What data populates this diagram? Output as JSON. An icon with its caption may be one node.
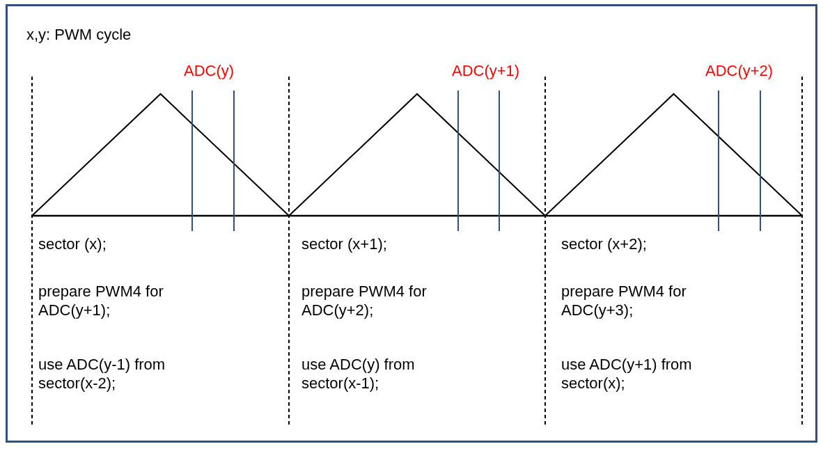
{
  "diagram": {
    "title": "x,y: PWM cycle",
    "labels": [
      "ADC(y)",
      "ADC(y+1)",
      "ADC(y+2)",
      "sector (x);",
      "prepare PWM4 for ADC(y+1);",
      "use ADC(y-1) from sector(x-2);",
      "sector (x+1);",
      "prepare PWM4 for ADC(y+2);",
      "use ADC(y) from sector(x-1);",
      "sector (x+2);",
      "prepare PWM4 for ADC(y+3);",
      "use ADC(y+1) from sector(x);"
    ]
  }
}
